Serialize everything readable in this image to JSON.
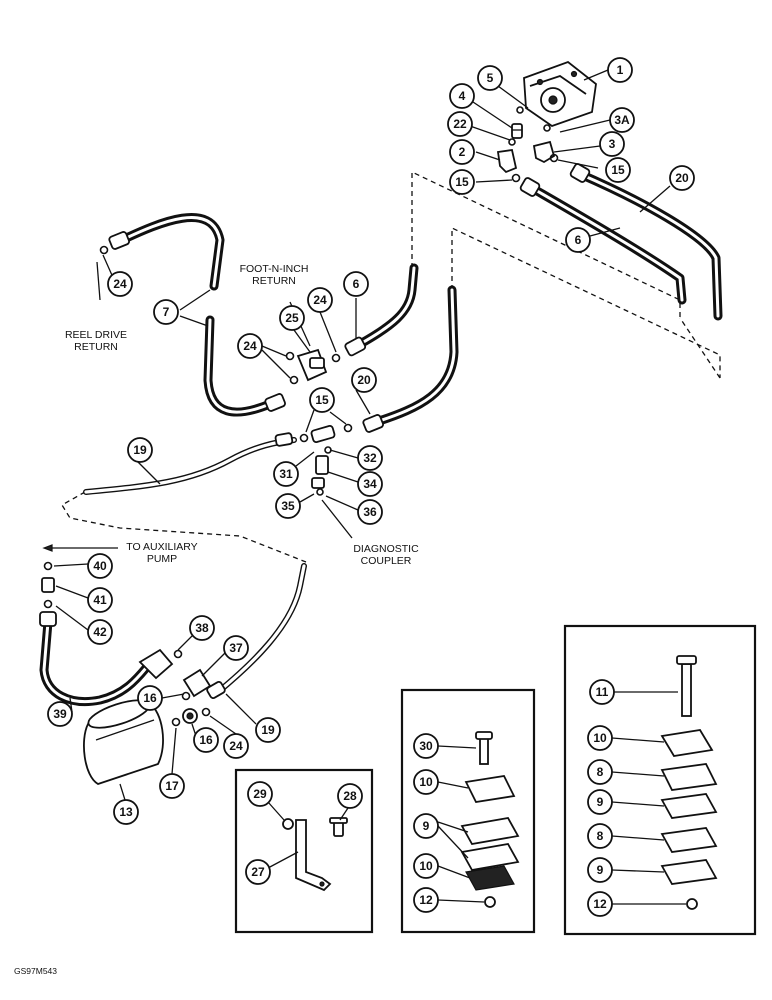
{
  "callouts": {
    "c1": "1",
    "c5": "5",
    "c4": "4",
    "c3a": "3A",
    "c22": "22",
    "c3": "3",
    "c2": "2",
    "c15a": "15",
    "c15b": "15",
    "c20a": "20",
    "c6a": "6",
    "c24a": "24",
    "c7": "7",
    "c25": "25",
    "c24b": "24",
    "c6b": "6",
    "c24c": "24",
    "c20b": "20",
    "c15c": "15",
    "c19a": "19",
    "c31": "31",
    "c32": "32",
    "c34": "34",
    "c35": "35",
    "c36": "36",
    "c40": "40",
    "c41": "41",
    "c42": "42",
    "c38": "38",
    "c37": "37",
    "c16a": "16",
    "c39": "39",
    "c24d": "24",
    "c19b": "19",
    "c16b": "16",
    "c17": "17",
    "c13": "13",
    "c29": "29",
    "c28": "28",
    "c27": "27",
    "c30": "30",
    "c10a": "10",
    "c9a": "9",
    "c10b": "10",
    "c12a": "12",
    "c11": "11",
    "c10c": "10",
    "c8a": "8",
    "c9b": "9",
    "c8b": "8",
    "c9c": "9",
    "c12b": "12"
  },
  "labels": {
    "reel_1": "REEL DRIVE",
    "reel_2": "RETURN",
    "foot_1": "FOOT-N-INCH",
    "foot_2": "RETURN",
    "aux_1": "TO AUXILIARY",
    "aux_2": "PUMP",
    "diag_1": "DIAGNOSTIC",
    "diag_2": "COUPLER",
    "figure_code": "GS97M543"
  }
}
